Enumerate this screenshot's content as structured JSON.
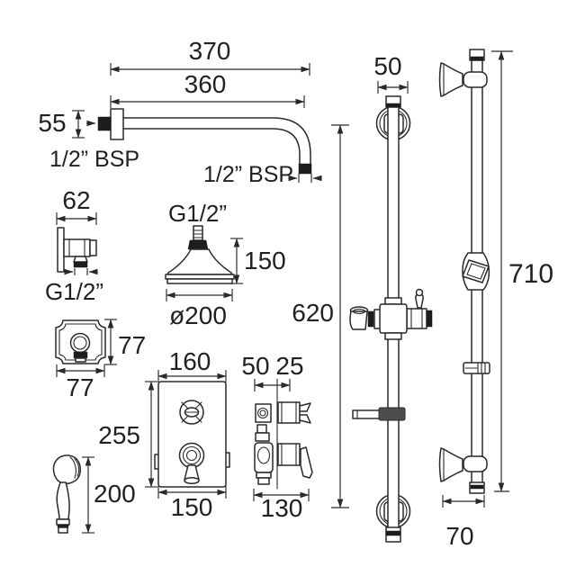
{
  "figure": {
    "type": "technical-dimension-diagram",
    "subject": "Traditional shower kit dimensional drawing (arm, head, valve, handset, riser rail)",
    "units": "mm",
    "line_color": "#2a282c",
    "background": "#ffffff"
  },
  "labels": {
    "arm": {
      "overall": "370",
      "projection": "360",
      "drop": "55",
      "inlet_thread": "1/2” BSP",
      "outlet_thread": "1/2” BSP"
    },
    "outlet_elbow": {
      "width": "62",
      "thread": "G1/2”"
    },
    "head": {
      "thread": "G1/2”",
      "height": "150",
      "diameter": "ø200"
    },
    "escutcheon": {
      "height": "77",
      "width": "77"
    },
    "handset": {
      "length": "200"
    },
    "valve": {
      "top_width": "160",
      "height": "255",
      "bottom_width": "150",
      "depth_rear": "50",
      "depth_front": "25",
      "depth_total": "130"
    },
    "rail": {
      "mount_width": "50",
      "arm_to_rail": "620",
      "length": "710",
      "bracket_depth": "70"
    }
  }
}
